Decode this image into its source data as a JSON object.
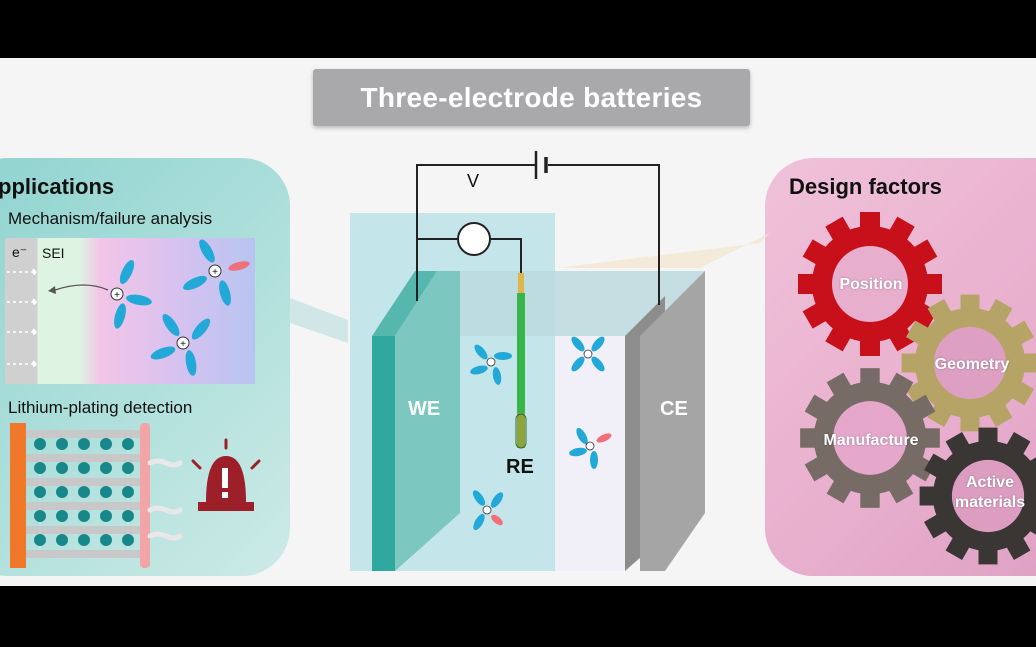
{
  "title": "Three-electrode batteries",
  "applications": {
    "heading": "pplications",
    "mechanism_label": "Mechanism/failure analysis",
    "electron_label": "e⁻",
    "sei_label": "SEI",
    "plating_label": "Lithium-plating detection"
  },
  "cell": {
    "we_label": "WE",
    "ce_label": "CE",
    "re_label": "RE",
    "voltmeter_label": "V"
  },
  "design": {
    "heading": "Design factors",
    "factors": [
      "Position",
      "Geometry",
      "Manufacture",
      "Active materials"
    ]
  },
  "colors": {
    "we": "#2fa99e",
    "ce": "#9e9d9d",
    "gear_position": "#c8101a",
    "gear_geometry": "#b6a467",
    "gear_manufacture": "#766b65",
    "gear_active": "#3a3634",
    "ion": "#22a9d8",
    "electrolyte": "#c4e6ea"
  }
}
